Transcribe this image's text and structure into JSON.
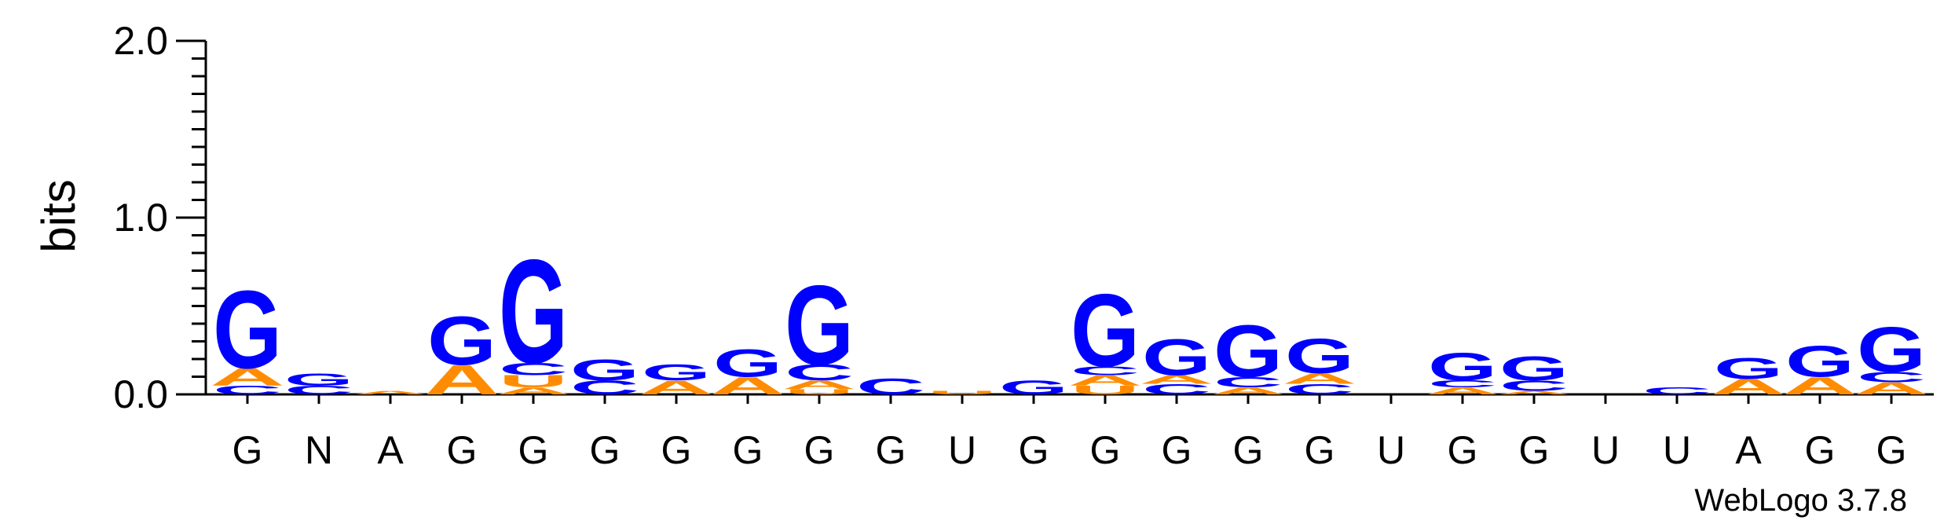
{
  "chart_data": {
    "type": "sequence-logo",
    "ylabel": "bits",
    "ylim": [
      0,
      2.0
    ],
    "yticks": [
      "0.0",
      "1.0",
      "2.0"
    ],
    "footer": "WebLogo 3.7.8",
    "colors": {
      "G": "#0000ff",
      "C": "#0000ff",
      "A": "#ff8c00",
      "U": "#ff8c00"
    },
    "positions": [
      {
        "label": "G",
        "stack": [
          {
            "letter": "C",
            "bits": 0.05
          },
          {
            "letter": "A",
            "bits": 0.1
          },
          {
            "letter": "G",
            "bits": 0.45
          }
        ]
      },
      {
        "label": "N",
        "stack": [
          {
            "letter": "C",
            "bits": 0.05
          },
          {
            "letter": "G",
            "bits": 0.07
          }
        ]
      },
      {
        "label": "A",
        "stack": [
          {
            "letter": "A",
            "bits": 0.02
          }
        ]
      },
      {
        "label": "G",
        "stack": [
          {
            "letter": "A",
            "bits": 0.17
          },
          {
            "letter": "G",
            "bits": 0.28
          }
        ]
      },
      {
        "label": "G",
        "stack": [
          {
            "letter": "A",
            "bits": 0.04
          },
          {
            "letter": "U",
            "bits": 0.07
          },
          {
            "letter": "C",
            "bits": 0.07
          },
          {
            "letter": "G",
            "bits": 0.6
          }
        ]
      },
      {
        "label": "G",
        "stack": [
          {
            "letter": "C",
            "bits": 0.08
          },
          {
            "letter": "G",
            "bits": 0.12
          }
        ]
      },
      {
        "label": "G",
        "stack": [
          {
            "letter": "A",
            "bits": 0.08
          },
          {
            "letter": "G",
            "bits": 0.09
          }
        ]
      },
      {
        "label": "G",
        "stack": [
          {
            "letter": "A",
            "bits": 0.1
          },
          {
            "letter": "G",
            "bits": 0.16
          }
        ]
      },
      {
        "label": "G",
        "stack": [
          {
            "letter": "U",
            "bits": 0.03
          },
          {
            "letter": "A",
            "bits": 0.05
          },
          {
            "letter": "C",
            "bits": 0.09
          },
          {
            "letter": "G",
            "bits": 0.46
          }
        ]
      },
      {
        "label": "G",
        "stack": [
          {
            "letter": "C",
            "bits": 0.09
          }
        ]
      },
      {
        "label": "U",
        "stack": [
          {
            "letter": "U",
            "bits": 0.02
          }
        ]
      },
      {
        "label": "G",
        "stack": [
          {
            "letter": "G",
            "bits": 0.08
          }
        ]
      },
      {
        "label": "G",
        "stack": [
          {
            "letter": "U",
            "bits": 0.05
          },
          {
            "letter": "A",
            "bits": 0.06
          },
          {
            "letter": "C",
            "bits": 0.05
          },
          {
            "letter": "G",
            "bits": 0.42
          }
        ]
      },
      {
        "label": "G",
        "stack": [
          {
            "letter": "C",
            "bits": 0.06
          },
          {
            "letter": "A",
            "bits": 0.05
          },
          {
            "letter": "G",
            "bits": 0.21
          }
        ]
      },
      {
        "label": "G",
        "stack": [
          {
            "letter": "A",
            "bits": 0.04
          },
          {
            "letter": "C",
            "bits": 0.06
          },
          {
            "letter": "G",
            "bits": 0.3
          }
        ]
      },
      {
        "label": "G",
        "stack": [
          {
            "letter": "C",
            "bits": 0.06
          },
          {
            "letter": "A",
            "bits": 0.06
          },
          {
            "letter": "G",
            "bits": 0.2
          }
        ]
      },
      {
        "label": "U",
        "stack": []
      },
      {
        "label": "G",
        "stack": [
          {
            "letter": "A",
            "bits": 0.04
          },
          {
            "letter": "C",
            "bits": 0.04
          },
          {
            "letter": "G",
            "bits": 0.16
          }
        ]
      },
      {
        "label": "G",
        "stack": [
          {
            "letter": "A",
            "bits": 0.02
          },
          {
            "letter": "C",
            "bits": 0.06
          },
          {
            "letter": "G",
            "bits": 0.14
          }
        ]
      },
      {
        "label": "U",
        "stack": []
      },
      {
        "label": "U",
        "stack": [
          {
            "letter": "C",
            "bits": 0.04
          }
        ]
      },
      {
        "label": "A",
        "stack": [
          {
            "letter": "A",
            "bits": 0.09
          },
          {
            "letter": "G",
            "bits": 0.12
          }
        ]
      },
      {
        "label": "G",
        "stack": [
          {
            "letter": "A",
            "bits": 0.1
          },
          {
            "letter": "G",
            "bits": 0.18
          }
        ]
      },
      {
        "label": "G",
        "stack": [
          {
            "letter": "A",
            "bits": 0.07
          },
          {
            "letter": "C",
            "bits": 0.06
          },
          {
            "letter": "G",
            "bits": 0.26
          }
        ]
      }
    ]
  }
}
